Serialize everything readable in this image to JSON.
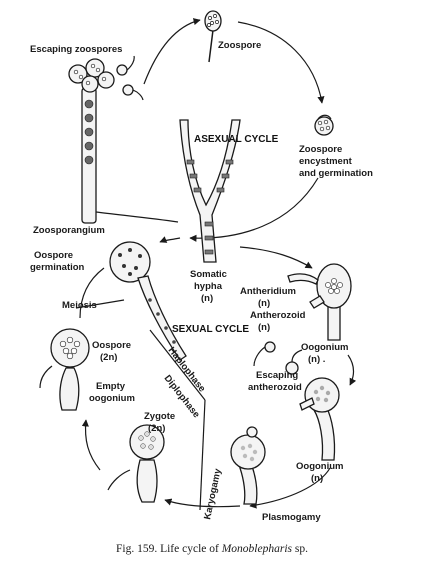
{
  "labels": {
    "zoospore": "Zoospore",
    "escaping_zoospores": "Escaping zoospores",
    "zoospore_encystment_1": "Zoospore",
    "zoospore_encystment_2": "encystment",
    "zoospore_encystment_3": "and germination",
    "zoosporangium": "Zoosporangium",
    "asexual_cycle": "ASEXUAL CYCLE",
    "oospore_germination_1": "Oospore",
    "oospore_germination_2": "germination",
    "somatic_hypha_1": "Somatic",
    "somatic_hypha_2": "hypha",
    "somatic_hypha_3": "(n)",
    "antheridium_1": "Antheridium",
    "antheridium_2": "(n)",
    "antherozoid_1": "Antherozoid",
    "antherozoid_2": "(n)",
    "meiosis": "Meiosis",
    "sexual_cycle": "SEXUAL CYCLE",
    "oospore_1": "Oospore",
    "oospore_2": "(2n)",
    "oogonium_upper_1": "Oogonium",
    "oogonium_upper_2": "(n) .",
    "escaping_antherozoid_1": "Escaping",
    "escaping_antherozoid_2": "antherozoid",
    "empty_oogonium_1": "Empty",
    "empty_oogonium_2": "oogonium",
    "haplophase": "Haplophase",
    "diplophase": "Diplophase",
    "zygote_1": "Zygote",
    "zygote_2": "(2n)",
    "oogonium_lower_1": "Oogonium",
    "oogonium_lower_2": "(n)",
    "karyogamy": "Karyogamy",
    "plasmogamy": "Plasmogamy"
  },
  "caption": {
    "prefix": "Fig. 159. Life cycle of ",
    "genus": "Monoblepharis",
    "suffix": " sp."
  }
}
